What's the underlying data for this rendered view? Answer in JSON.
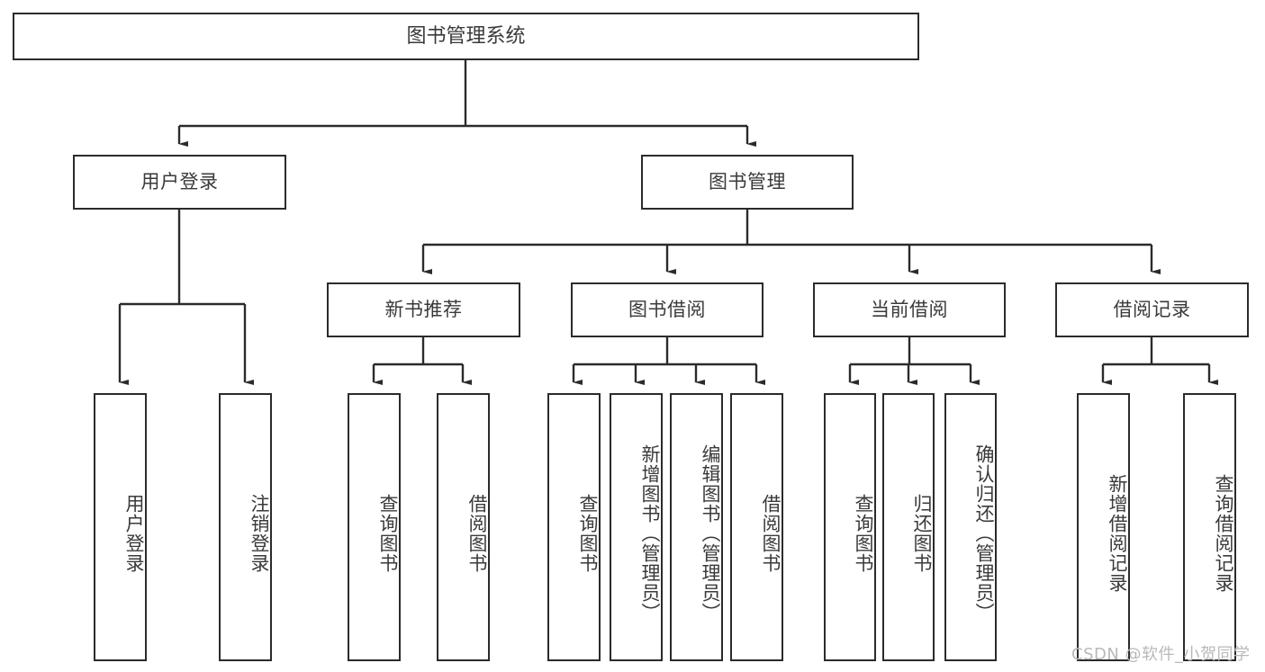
{
  "diagram": {
    "type": "tree-hierarchy",
    "title": "图书管理系统",
    "root": {
      "label": "图书管理系统"
    },
    "level2": [
      {
        "label": "用户登录"
      },
      {
        "label": "图书管理"
      }
    ],
    "level3": [
      {
        "label": "新书推荐"
      },
      {
        "label": "图书借阅"
      },
      {
        "label": "当前借阅"
      },
      {
        "label": "借阅记录"
      }
    ],
    "leaves": {
      "user_login": [
        "用户登录",
        "注销登录"
      ],
      "new_book_recommend": [
        "查询图书",
        "借阅图书"
      ],
      "book_borrow": [
        "查询图书",
        "新增图书（管理员）",
        "编辑图书（管理员）",
        "借阅图书"
      ],
      "current_borrow": [
        "查询图书",
        "归还图书",
        "确认归还（管理员）"
      ],
      "borrow_record": [
        "新增借阅记录",
        "查询借阅记录"
      ]
    }
  },
  "watermark": {
    "text": "CSDN @软件_小贺同学"
  },
  "colors": {
    "line": "#2b2b2b",
    "text": "#3a3a3a",
    "background": "#ffffff",
    "watermark": "#b9b9b9"
  }
}
